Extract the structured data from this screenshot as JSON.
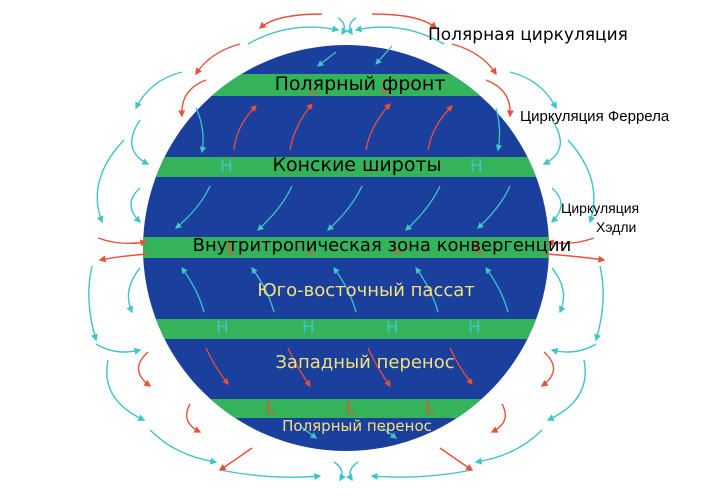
{
  "labels": {
    "polar_circulation": "Полярная циркуляция",
    "ferrel_circulation": "Циркуляция Феррела",
    "hadley_circulation_line1": "Циркуляция",
    "hadley_circulation_line2": "Хэдли",
    "polar_front": "Полярный фронт",
    "horse_latitudes": "Конские широты",
    "itcz": "Внутритропическая зона конвергенции",
    "southeast_trade": "Юго-восточный пассат",
    "westerlies": "Западный перенос",
    "polar_easterlies": "Полярный перенос"
  },
  "pressure_marks": {
    "high": "H",
    "low": "L"
  },
  "colors": {
    "globe": "#1b3f9c",
    "band": "#35b35a",
    "arrow_warm": "#e8503a",
    "arrow_cold": "#3fc4c8",
    "text_yellow": "#f2e07a",
    "high_mark": "#3fc4c8",
    "low_mark": "#e8503a"
  }
}
